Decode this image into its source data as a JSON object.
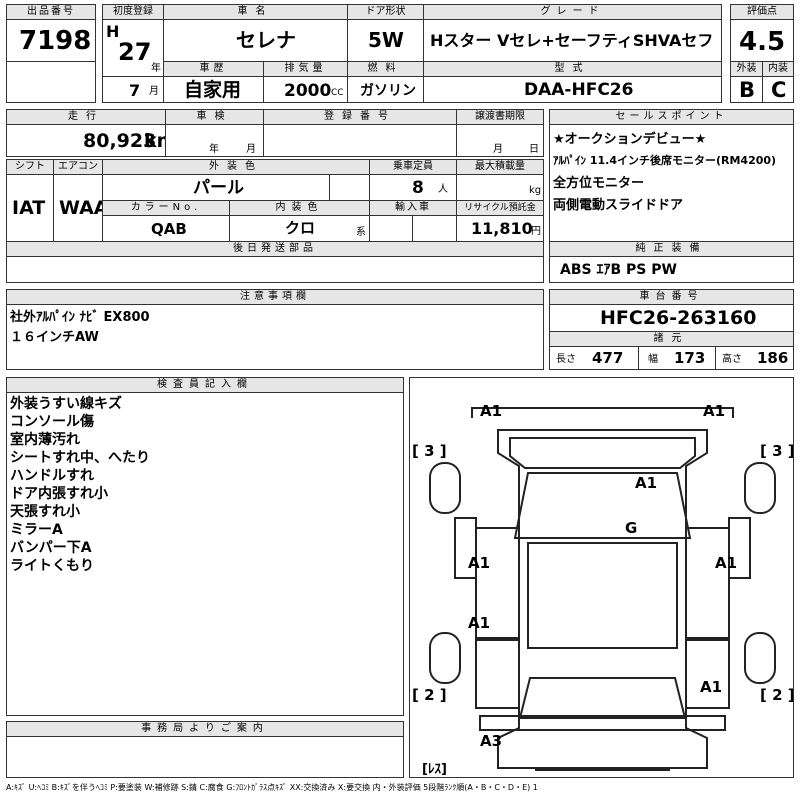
{
  "headers": {
    "lot_no": "出品番号",
    "first_reg": "初度登録",
    "car_name": "車名",
    "door": "ドア形状",
    "grade": "グレード",
    "score": "評価点",
    "history": "車歴",
    "displacement": "排気量",
    "fuel": "燃料",
    "model": "型式",
    "exterior": "外装",
    "interior": "内装",
    "mileage": "走行",
    "inspection": "車検",
    "reg_no": "登録番号",
    "transfer": "譲渡書期限",
    "sales_point": "セールスポイント",
    "shift": "シフト",
    "aircon": "エアコン",
    "color": "外装色",
    "capacity": "乗車定員",
    "max_load": "最大積載量",
    "color_no": "カラーNo.",
    "interior_color": "内装色",
    "import": "輸入車",
    "recycle": "リサイクル預託金",
    "later_parts": "後日発送部品",
    "equipment": "純正装備",
    "notes": "注意事項欄",
    "chassis": "車台番号",
    "dims": "諸元",
    "inspector": "検査員記入欄",
    "office": "事務局よりご案内"
  },
  "values": {
    "lot_no": "7198",
    "era": "H",
    "year": "27",
    "year_unit": "年",
    "month": "7",
    "month_unit": "月",
    "car_name": "セレナ",
    "door": "5W",
    "grade": "Hスター Vセレ+セーフティSHVAセフ",
    "score": "4.5",
    "history": "自家用",
    "displacement": "2000",
    "cc": "CC",
    "fuel": "ガソリン",
    "model": "DAA-HFC26",
    "exterior": "B",
    "interior": "C",
    "mileage": "80,923",
    "km": "km",
    "insp_year": "年",
    "insp_month": "月",
    "transfer_month": "月",
    "transfer_day": "日",
    "shift": "IAT",
    "aircon": "WAA",
    "color": "パール",
    "capacity": "8",
    "capacity_unit": "人",
    "max_load_unit": "kg",
    "color_no": "QAB",
    "interior_color": "クロ",
    "interior_suffix": "系",
    "recycle": "11,810",
    "recycle_unit": "円",
    "chassis": "HFC26-263160",
    "length_label": "長さ",
    "length": "477",
    "width_label": "幅",
    "width": "173",
    "height_label": "高さ",
    "height": "186"
  },
  "sales_points": [
    "★オークションデビュー★",
    "ｱﾙﾊﾟｲﾝ 11.4インチ後席モニター(RM4200)",
    "全方位モニター",
    "両側電動スライドドア"
  ],
  "equipment": "ABS ｴｱB PS PW",
  "notes": [
    "社外ｱﾙﾊﾟｲﾝ ﾅﾋﾞ EX800",
    "１６インチAW"
  ],
  "inspector_notes": [
    "外装うすい線キズ",
    "コンソール傷",
    "室内薄汚れ",
    "シートすれ中、へたり",
    "ハンドルすれ",
    "ドア内張すれ小",
    "天張すれ小",
    "ミラーA",
    "バンパー下A",
    "ライトくもり"
  ],
  "diagram_marks": {
    "front_left": "A1",
    "front_right": "A1",
    "tire_fl": "[ 3 ]",
    "tire_fr": "[ 3 ]",
    "hood": "A1",
    "roof": "G",
    "front_door_left": "A1",
    "front_door_right": "A1",
    "rear_door_left": "A1",
    "rear_quarter_right": "A1",
    "tire_rl": "[ 2 ]",
    "tire_rr": "[ 2 ]",
    "rear_bumper": "A3",
    "spare": "[ﾚｽ]"
  },
  "legend": "A:ｷｽﾞ U:ﾍｺﾐ B:ｷｽﾞを伴うﾍｺﾐ P:要塗装 W:補修跡 S:錆 C:腐食 G:ﾌﾛﾝﾄｶﾞﾗｽ点ｷｽﾞ XX:交換済み X:要交換 内・外装評価 5段階ﾗﾝｸ順(A・B・C・D・E) 1"
}
